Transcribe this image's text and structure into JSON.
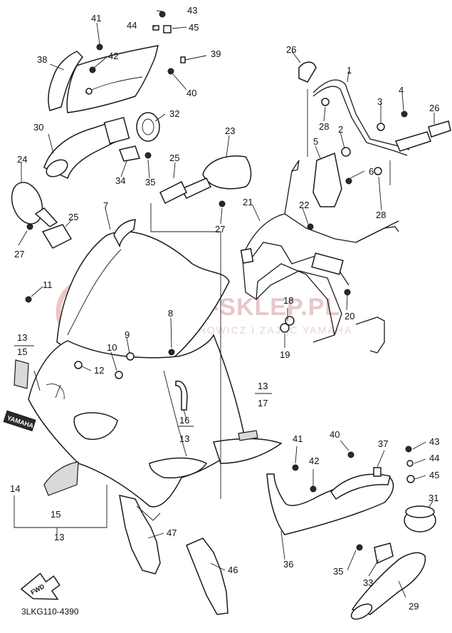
{
  "diagram": {
    "code": "3LKG110-4390",
    "watermark": {
      "main": "YAMA-SKLEP.PL",
      "sub": "WOJCIECHOWICZ I ZAJĄC YAMAHA"
    },
    "brand_tag": "YAMAHA",
    "fwd_tag": "FWD",
    "callouts": [
      {
        "id": "c41a",
        "label": "41"
      },
      {
        "id": "c43a",
        "label": "43"
      },
      {
        "id": "c44a",
        "label": "44"
      },
      {
        "id": "c45a",
        "label": "45"
      },
      {
        "id": "c38",
        "label": "38"
      },
      {
        "id": "c42a",
        "label": "42"
      },
      {
        "id": "c39",
        "label": "39"
      },
      {
        "id": "c40a",
        "label": "40"
      },
      {
        "id": "c26a",
        "label": "26"
      },
      {
        "id": "c1",
        "label": "1"
      },
      {
        "id": "c3",
        "label": "3"
      },
      {
        "id": "c4",
        "label": "4"
      },
      {
        "id": "c26b",
        "label": "26"
      },
      {
        "id": "c28a",
        "label": "28"
      },
      {
        "id": "c2",
        "label": "2"
      },
      {
        "id": "c32",
        "label": "32"
      },
      {
        "id": "c30",
        "label": "30"
      },
      {
        "id": "c23",
        "label": "23"
      },
      {
        "id": "c5",
        "label": "5"
      },
      {
        "id": "c6",
        "label": "6"
      },
      {
        "id": "c24",
        "label": "24"
      },
      {
        "id": "c34",
        "label": "34"
      },
      {
        "id": "c35a",
        "label": "35"
      },
      {
        "id": "c25a",
        "label": "25"
      },
      {
        "id": "c28b",
        "label": "28"
      },
      {
        "id": "c21",
        "label": "21"
      },
      {
        "id": "c22",
        "label": "22"
      },
      {
        "id": "c7",
        "label": "7"
      },
      {
        "id": "c25b",
        "label": "25"
      },
      {
        "id": "c27a",
        "label": "27"
      },
      {
        "id": "c27b",
        "label": "27"
      },
      {
        "id": "c11",
        "label": "11"
      },
      {
        "id": "c18",
        "label": "18"
      },
      {
        "id": "c20",
        "label": "20"
      },
      {
        "id": "c8",
        "label": "8"
      },
      {
        "id": "c13a",
        "label": "13"
      },
      {
        "id": "c15a",
        "label": "15"
      },
      {
        "id": "c9",
        "label": "9"
      },
      {
        "id": "c10",
        "label": "10"
      },
      {
        "id": "c19",
        "label": "19"
      },
      {
        "id": "c12",
        "label": "12"
      },
      {
        "id": "c13b",
        "label": "13"
      },
      {
        "id": "c17",
        "label": "17"
      },
      {
        "id": "c16",
        "label": "16"
      },
      {
        "id": "c13c",
        "label": "13"
      },
      {
        "id": "c41b",
        "label": "41"
      },
      {
        "id": "c40b",
        "label": "40"
      },
      {
        "id": "c37",
        "label": "37"
      },
      {
        "id": "c43b",
        "label": "43"
      },
      {
        "id": "c44b",
        "label": "44"
      },
      {
        "id": "c42b",
        "label": "42"
      },
      {
        "id": "c45b",
        "label": "45"
      },
      {
        "id": "c14",
        "label": "14"
      },
      {
        "id": "c31",
        "label": "31"
      },
      {
        "id": "c15b",
        "label": "15"
      },
      {
        "id": "c13d",
        "label": "13"
      },
      {
        "id": "c47",
        "label": "47"
      },
      {
        "id": "c36",
        "label": "36"
      },
      {
        "id": "c46",
        "label": "46"
      },
      {
        "id": "c35b",
        "label": "35"
      },
      {
        "id": "c33",
        "label": "33"
      },
      {
        "id": "c29",
        "label": "29"
      }
    ]
  }
}
